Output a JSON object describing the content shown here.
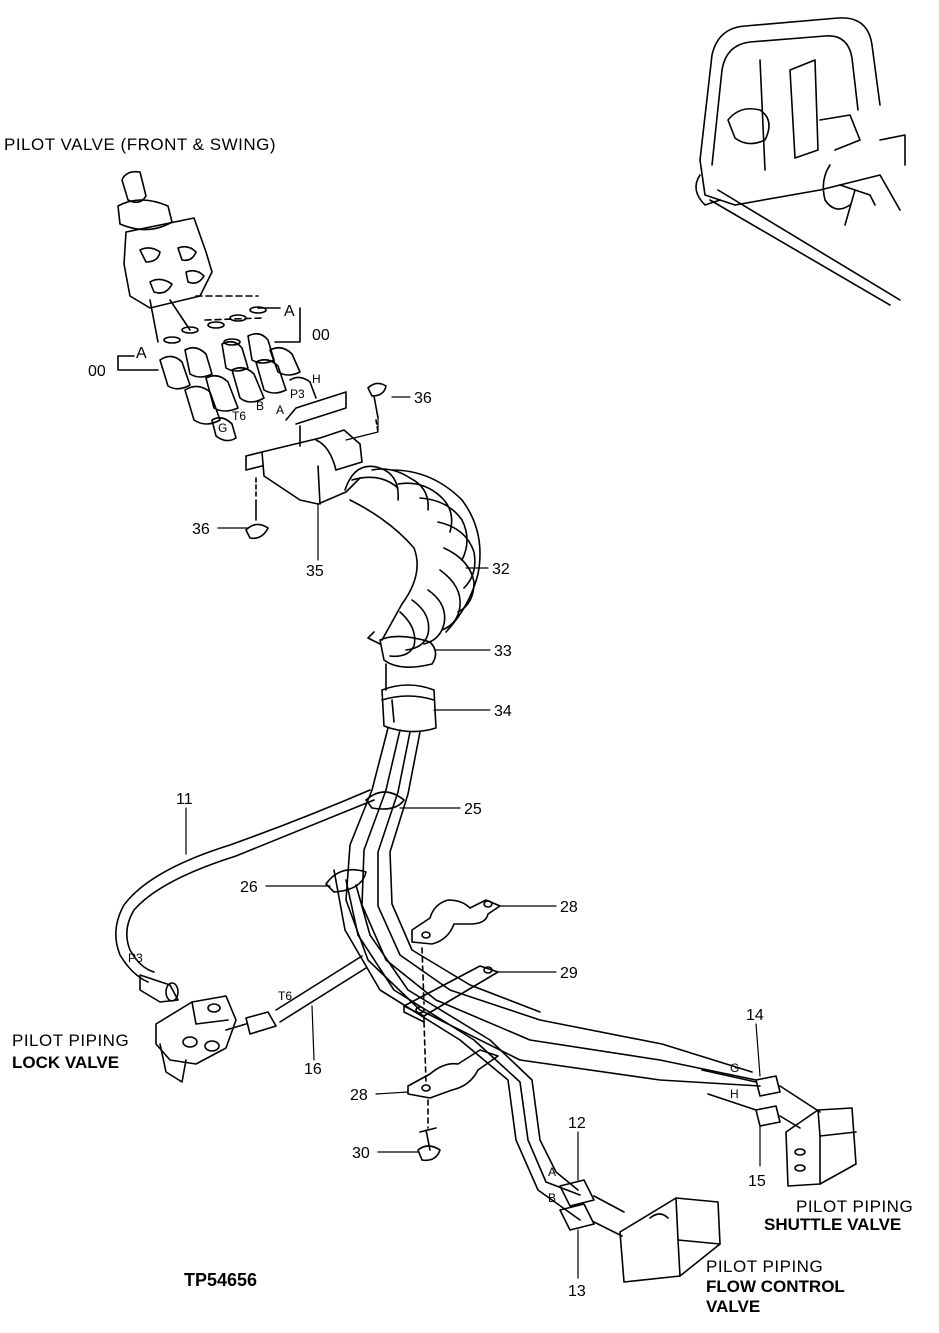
{
  "title": "PILOT VALVE (FRONT & SWING)",
  "code": "TP54656",
  "lock_valve": {
    "line1": "PILOT PIPING",
    "line2": "LOCK VALVE"
  },
  "shuttle_valve": {
    "line1": "PILOT PIPING",
    "line2": "SHUTTLE VALVE"
  },
  "flow_control": {
    "line1": "PILOT PIPING",
    "line2": "FLOW CONTROL",
    "line3": "VALVE"
  },
  "callouts": {
    "c00a": "00",
    "c00b": "00",
    "cA1": "A",
    "cA2": "A",
    "c36a": "36",
    "c36b": "36",
    "c35": "35",
    "c32": "32",
    "c33": "33",
    "c34": "34",
    "c11": "11",
    "c25": "25",
    "c26": "26",
    "c28a": "28",
    "c28b": "28",
    "c29": "29",
    "c16": "16",
    "c14": "14",
    "c15": "15",
    "c12": "12",
    "c13": "13",
    "c30": "30"
  },
  "ports": {
    "P3": "P3",
    "P3b": "P3",
    "H": "H",
    "B": "B",
    "A": "A",
    "T6": "T6",
    "T6b": "T6",
    "G": "G",
    "G2": "G",
    "H2": "H",
    "A2": "A",
    "B2": "B"
  }
}
